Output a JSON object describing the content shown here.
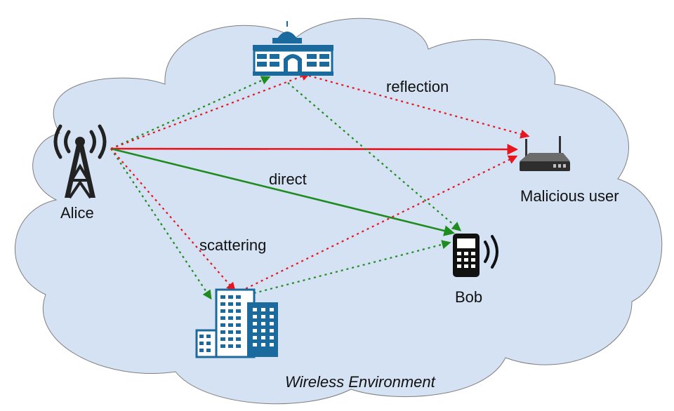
{
  "labels": {
    "alice": "Alice",
    "bob": "Bob",
    "malicious": "Malicious user",
    "direct": "direct",
    "reflection": "reflection",
    "scattering": "scattering",
    "environment": "Wireless Environment"
  },
  "icons": {
    "alice": "radio-tower-icon",
    "bob": "mobile-phone-icon",
    "malicious": "wireless-router-icon",
    "reflector": "government-building-icon",
    "scatterer": "office-buildings-icon"
  },
  "colors": {
    "cloud": "#d4e2f3",
    "green_path": "#1e8c1e",
    "red_path": "#e8141e",
    "building": "#1b6a9e",
    "device": "#111111"
  }
}
